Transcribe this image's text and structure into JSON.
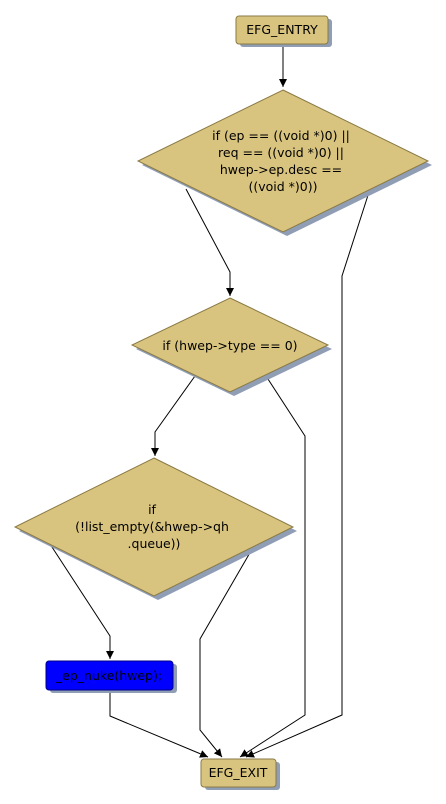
{
  "nodes": {
    "entry": {
      "label": "EFG_ENTRY"
    },
    "cond1": {
      "lines": [
        "if (ep == ((void *)0) ||",
        "req == ((void *)0) ||",
        "hwep->ep.desc ==",
        "((void *)0))"
      ]
    },
    "cond2": {
      "lines": [
        "if (hwep->type == 0)"
      ]
    },
    "cond3": {
      "lines": [
        "if",
        "(!list_empty(&hwep->qh",
        ".queue))"
      ]
    },
    "nuke": {
      "label": "_ep_nuke(hwep);",
      "color": "#0000ff"
    },
    "exit": {
      "label": "EFG_EXIT"
    }
  },
  "colors": {
    "node_fill": "#d9c47f",
    "shadow": "#8f9db5",
    "highlight": "#0000ff"
  }
}
